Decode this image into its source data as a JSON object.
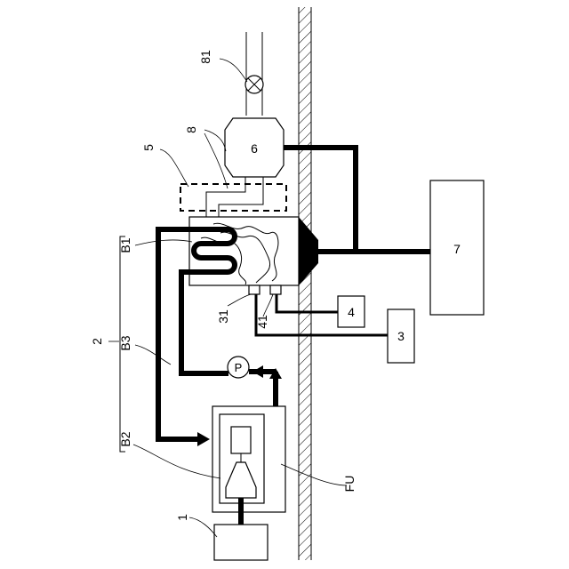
{
  "labels": {
    "ref_81": "81",
    "ref_8": "8",
    "ref_5": "5",
    "ref_6": "6",
    "ref_7": "7",
    "ref_B1": "B1",
    "ref_B2": "B2",
    "ref_B3": "B3",
    "ref_2": "2",
    "ref_31": "31",
    "ref_41": "41",
    "ref_4": "4",
    "ref_3": "3",
    "ref_1": "1",
    "ref_FU": "FU",
    "pump": "P"
  }
}
